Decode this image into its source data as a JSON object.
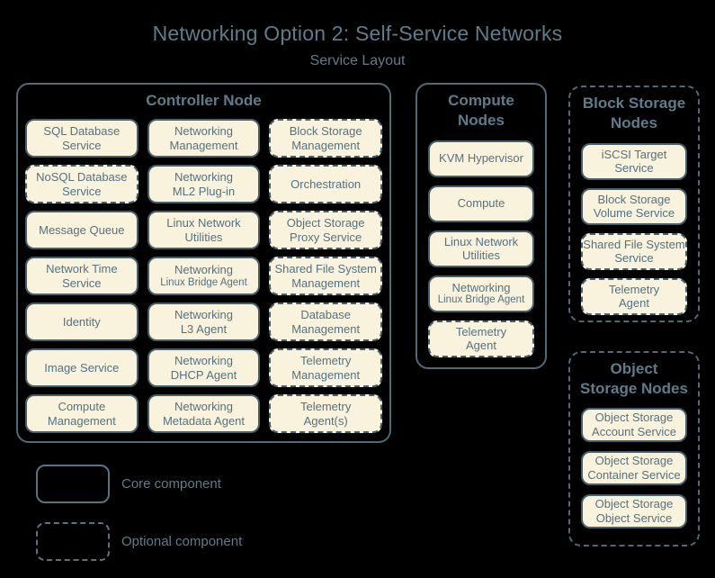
{
  "page": {
    "title": "Networking Option 2: Self-Service Networks",
    "subtitle": "Service Layout"
  },
  "colors": {
    "background": "#000000",
    "heading_text": "#5e7c8b",
    "box_fill": "#f9f2dc",
    "box_border": "#46606c",
    "box_text": "#557283",
    "group_border": "#506a76"
  },
  "groups": {
    "controller": {
      "title": "Controller Node",
      "type": "core",
      "items": [
        {
          "label": "SQL Database\nService",
          "type": "core"
        },
        {
          "label": "Networking\nManagement",
          "type": "core"
        },
        {
          "label": "Block Storage\nManagement",
          "type": "optional"
        },
        {
          "label": "NoSQL Database\nService",
          "type": "optional"
        },
        {
          "label": "Networking\nML2 Plug-in",
          "type": "core"
        },
        {
          "label": "Orchestration",
          "type": "optional"
        },
        {
          "label": "Message Queue",
          "type": "core"
        },
        {
          "label": "Linux Network\nUtilities",
          "type": "core"
        },
        {
          "label": "Object Storage\nProxy Service",
          "type": "optional"
        },
        {
          "label": "Network Time\nService",
          "type": "core"
        },
        {
          "label": "Networking",
          "sub": "Linux Bridge Agent",
          "type": "core"
        },
        {
          "label": "Shared File System\nManagement",
          "type": "optional"
        },
        {
          "label": "Identity",
          "type": "core"
        },
        {
          "label": "Networking\nL3 Agent",
          "type": "core"
        },
        {
          "label": "Database\nManagement",
          "type": "optional"
        },
        {
          "label": "Image Service",
          "type": "core"
        },
        {
          "label": "Networking\nDHCP Agent",
          "type": "core"
        },
        {
          "label": "Telemetry\nManagement",
          "type": "optional"
        },
        {
          "label": "Compute\nManagement",
          "type": "core"
        },
        {
          "label": "Networking\nMetadata Agent",
          "type": "core"
        },
        {
          "label": "Telemetry\nAgent(s)",
          "type": "optional"
        }
      ]
    },
    "compute": {
      "title": "Compute\nNodes",
      "type": "core",
      "items": [
        {
          "label": "KVM Hypervisor",
          "type": "core"
        },
        {
          "label": "Compute",
          "type": "core"
        },
        {
          "label": "Linux Network\nUtilities",
          "type": "core"
        },
        {
          "label": "Networking",
          "sub": "Linux Bridge Agent",
          "type": "core"
        },
        {
          "label": "Telemetry\nAgent",
          "type": "optional"
        }
      ]
    },
    "block_storage": {
      "title": "Block Storage\nNodes",
      "type": "optional",
      "items": [
        {
          "label": "iSCSI Target\nService",
          "type": "core"
        },
        {
          "label": "Block Storage\nVolume Service",
          "type": "core"
        },
        {
          "label": "Shared File System\nService",
          "type": "optional"
        },
        {
          "label": "Telemetry\nAgent",
          "type": "optional"
        }
      ]
    },
    "object_storage": {
      "title": "Object\nStorage Nodes",
      "type": "optional",
      "items": [
        {
          "label": "Object Storage\nAccount Service",
          "type": "core"
        },
        {
          "label": "Object Storage\nContainer Service",
          "type": "core"
        },
        {
          "label": "Object Storage\nObject Service",
          "type": "core"
        }
      ]
    }
  },
  "legend": {
    "core_label": "Core component",
    "optional_label": "Optional component"
  }
}
